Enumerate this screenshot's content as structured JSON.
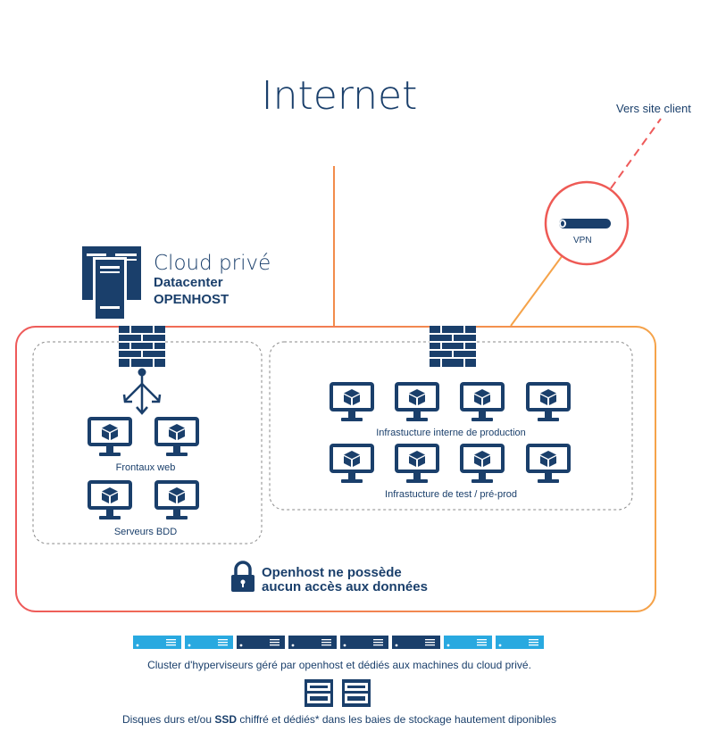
{
  "header": {
    "title": "Internet"
  },
  "remote": {
    "label": "Vers site client",
    "vpn_label": "VPN"
  },
  "cloud": {
    "title": "Cloud privé",
    "datacenter_line1": "Datacenter",
    "datacenter_line2": "OPENHOST"
  },
  "zones": {
    "left": {
      "front_label": "Frontaux web",
      "db_label": "Serveurs BDD"
    },
    "right": {
      "prod_label": "Infrastucture interne de production",
      "test_label": "Infrastucture de test / pré-prod"
    }
  },
  "notice": {
    "line1": "Openhost ne possède",
    "line2": "aucun accès aux données"
  },
  "cluster": {
    "label": "Cluster d'hyperviseurs géré par openhost et dédiés aux machines du cloud privé.",
    "blades": [
      "light",
      "light",
      "dark",
      "dark",
      "dark",
      "dark",
      "light",
      "light"
    ]
  },
  "storage": {
    "label_before": "Disques durs et/ou ",
    "label_bold": "SSD",
    "label_after": " chiffré et dédiés* dans les baies de stockage hautement diponibles"
  },
  "colors": {
    "navy": "#1a3f6b",
    "light_blue": "#29a9e0",
    "orange": "#f28c4b",
    "red": "#ee5a5a",
    "dashed": "#8a8a8a"
  },
  "icons": {
    "server": "server-tower-icon",
    "firewall": "brick-wall-icon",
    "monitor": "monitor-cube-icon",
    "lock": "padlock-icon",
    "tunnel": "vpn-tunnel-icon",
    "split": "split-arrows-icon"
  }
}
